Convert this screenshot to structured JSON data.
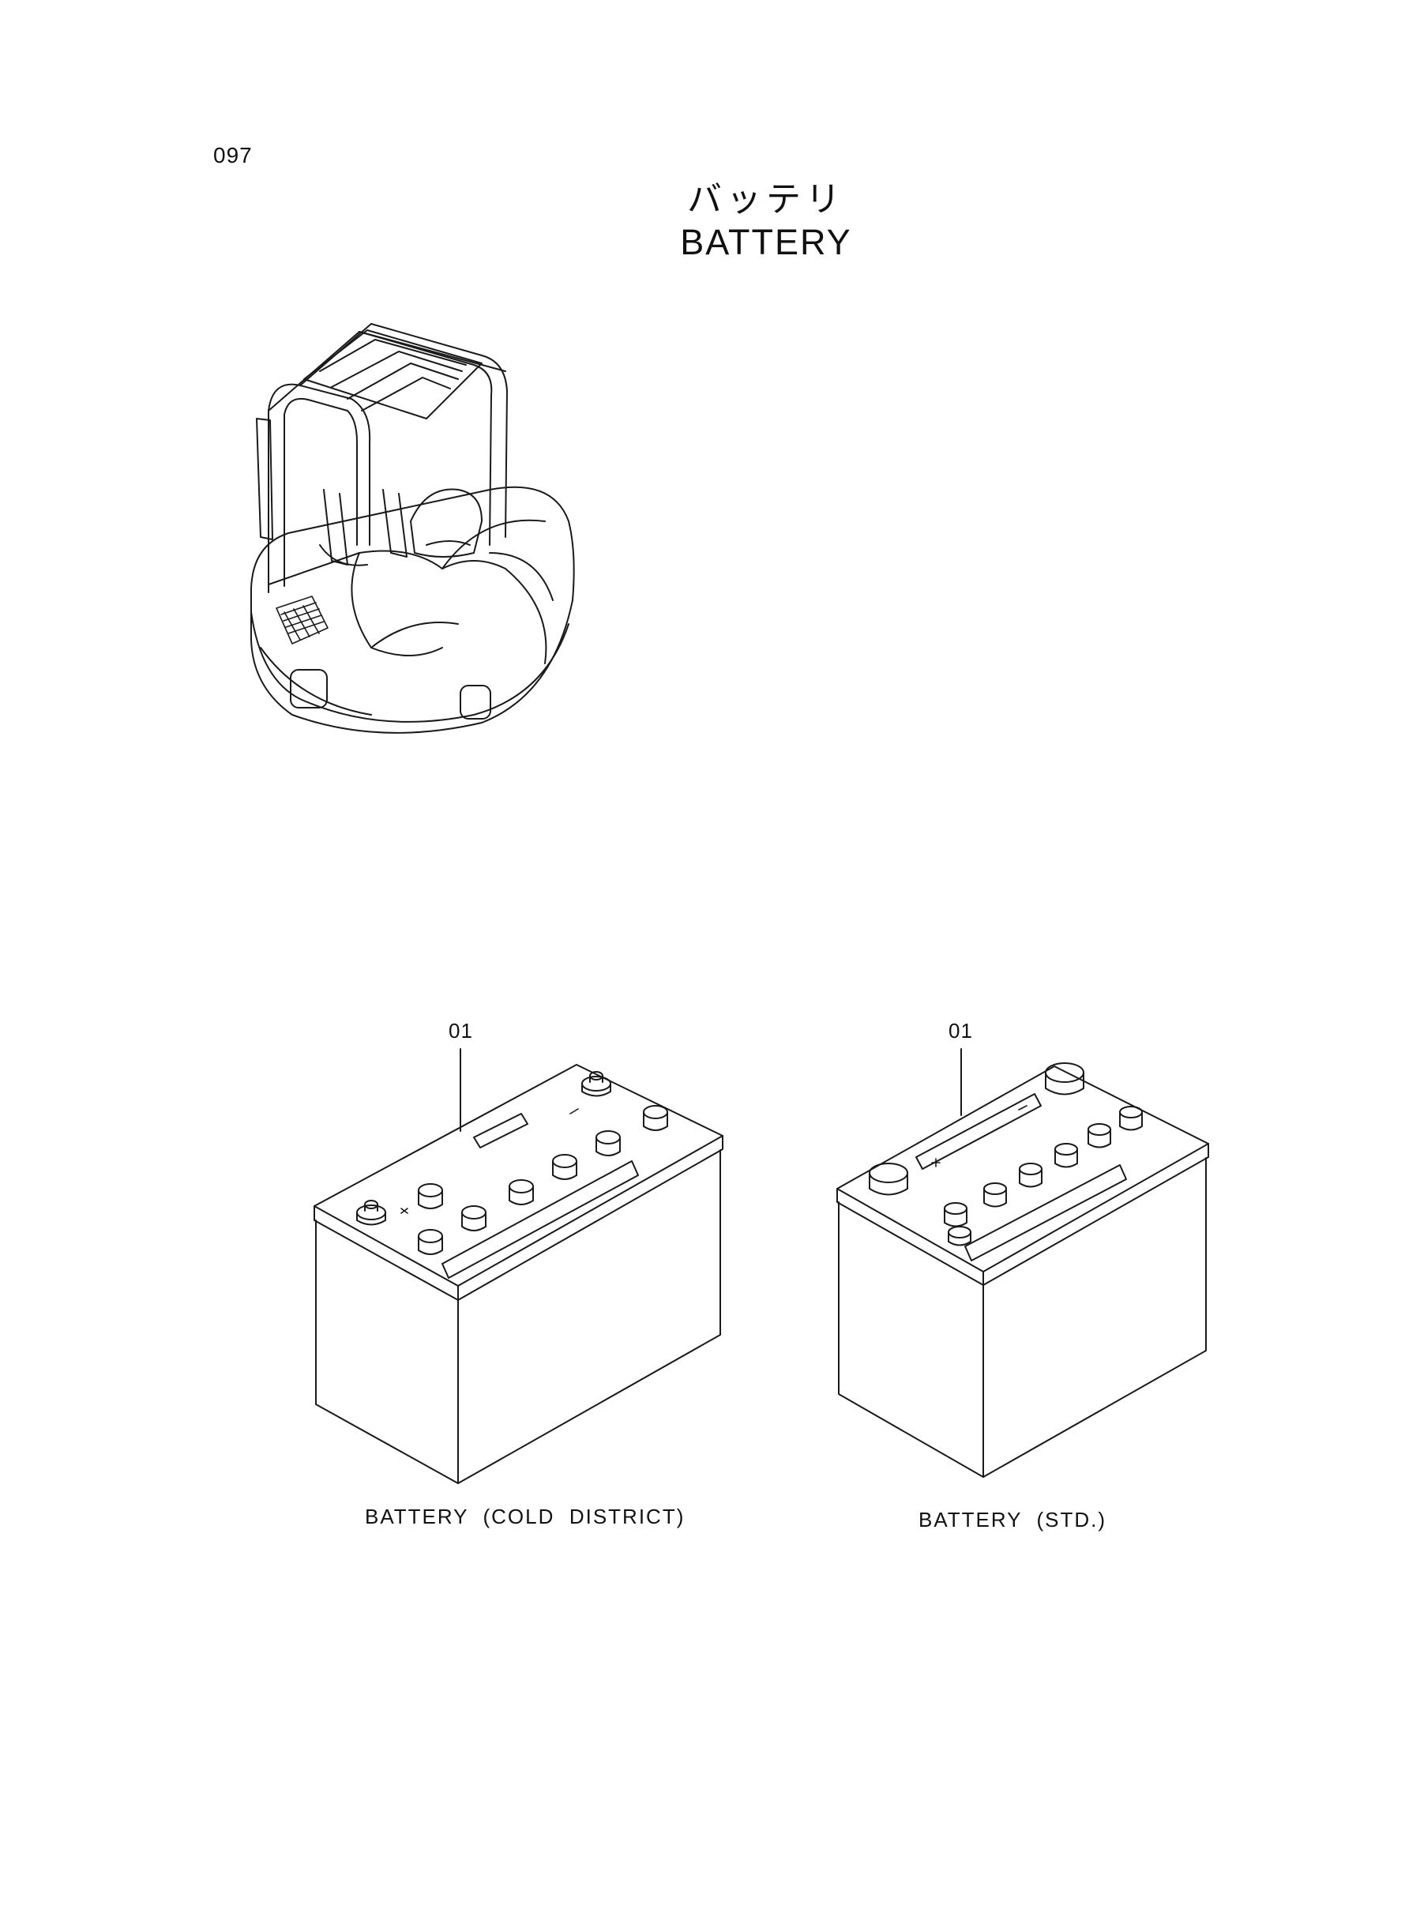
{
  "page": {
    "number": "097"
  },
  "title": {
    "japanese": "バッテリ",
    "english": "BATTERY"
  },
  "parts": [
    {
      "callout": "01",
      "caption": "BATTERY  (COLD  DISTRICT)"
    },
    {
      "callout": "01",
      "caption": "BATTERY  (STD.)"
    }
  ],
  "colors": {
    "line": "#1a1a1a",
    "background": "#ffffff"
  }
}
